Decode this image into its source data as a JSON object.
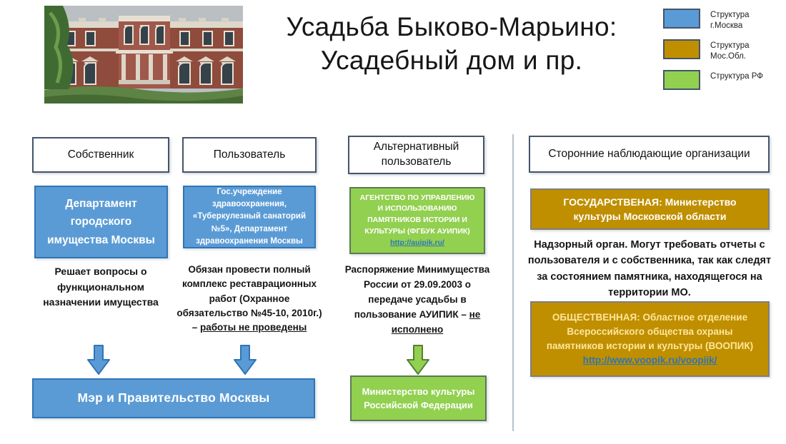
{
  "title": {
    "line1": "Усадьба Быково-Марьино:",
    "line2": "Усадебный дом и пр."
  },
  "legend": {
    "items": [
      {
        "label": "Структура г.Москва",
        "color": "#5b9bd5"
      },
      {
        "label": "Структура Мос.Обл.",
        "color": "#bf8f00"
      },
      {
        "label": "Структура РФ",
        "color": "#92d050"
      }
    ]
  },
  "owner": {
    "header": "Собственник",
    "entity": "Департамент городского имущества Москвы",
    "note": "Решает вопросы о функциональном назначении имущества"
  },
  "user": {
    "header": "Пользователь",
    "entity": "Гос.учреждение здравоохранения, «Туберкулезный санаторий №5», Департамент здравоохранения Москвы",
    "note_text": "Обязан провести полный комплекс реставрационных работ (Охранное обязательство №45-10, 2010г.) – ",
    "note_underlined": "работы не проведены"
  },
  "alt_user": {
    "header": "Альтернативный пользователь",
    "entity": "АГЕНТСТВО ПО УПРАВЛЕНИЮ И ИСПОЛЬЗОВАНИЮ ПАМЯТНИКОВ ИСТОРИИ И КУЛЬТУРЫ (ФГБУК АУИПИК)",
    "entity_link": "http://auipik.ru/",
    "note_text": "Распоряжение Минимущества России от 29.09.2003 о передаче усадьбы в пользование АУИПИК – ",
    "note_underlined": "не исполнено",
    "result": "Министерство культуры Российской Федерации"
  },
  "observers": {
    "header": "Сторонние наблюдающие организации",
    "state_label": "ГОСУДАРСТВЕНАЯ",
    "state_rest": ": Министерство культуры Московской области",
    "note": "Надзорный орган. Могут требовать отчеты с пользователя и с собственника, так как следят за состоянием памятника, находящегося на территории МО.",
    "public_label": "ОБЩЕСТВЕННАЯ",
    "public_rest": ": Областное отделение Всероссийского общества охраны памятников истории и культуры (ВООПИК) ",
    "public_link": "http://www.voopik.ru/voopiik/"
  },
  "moscow_result": "Мэр и Правительство Москвы",
  "colors": {
    "moscow_blue": "#5b9bd5",
    "mosobl_gold": "#bf8f00",
    "rf_green": "#92d050"
  }
}
